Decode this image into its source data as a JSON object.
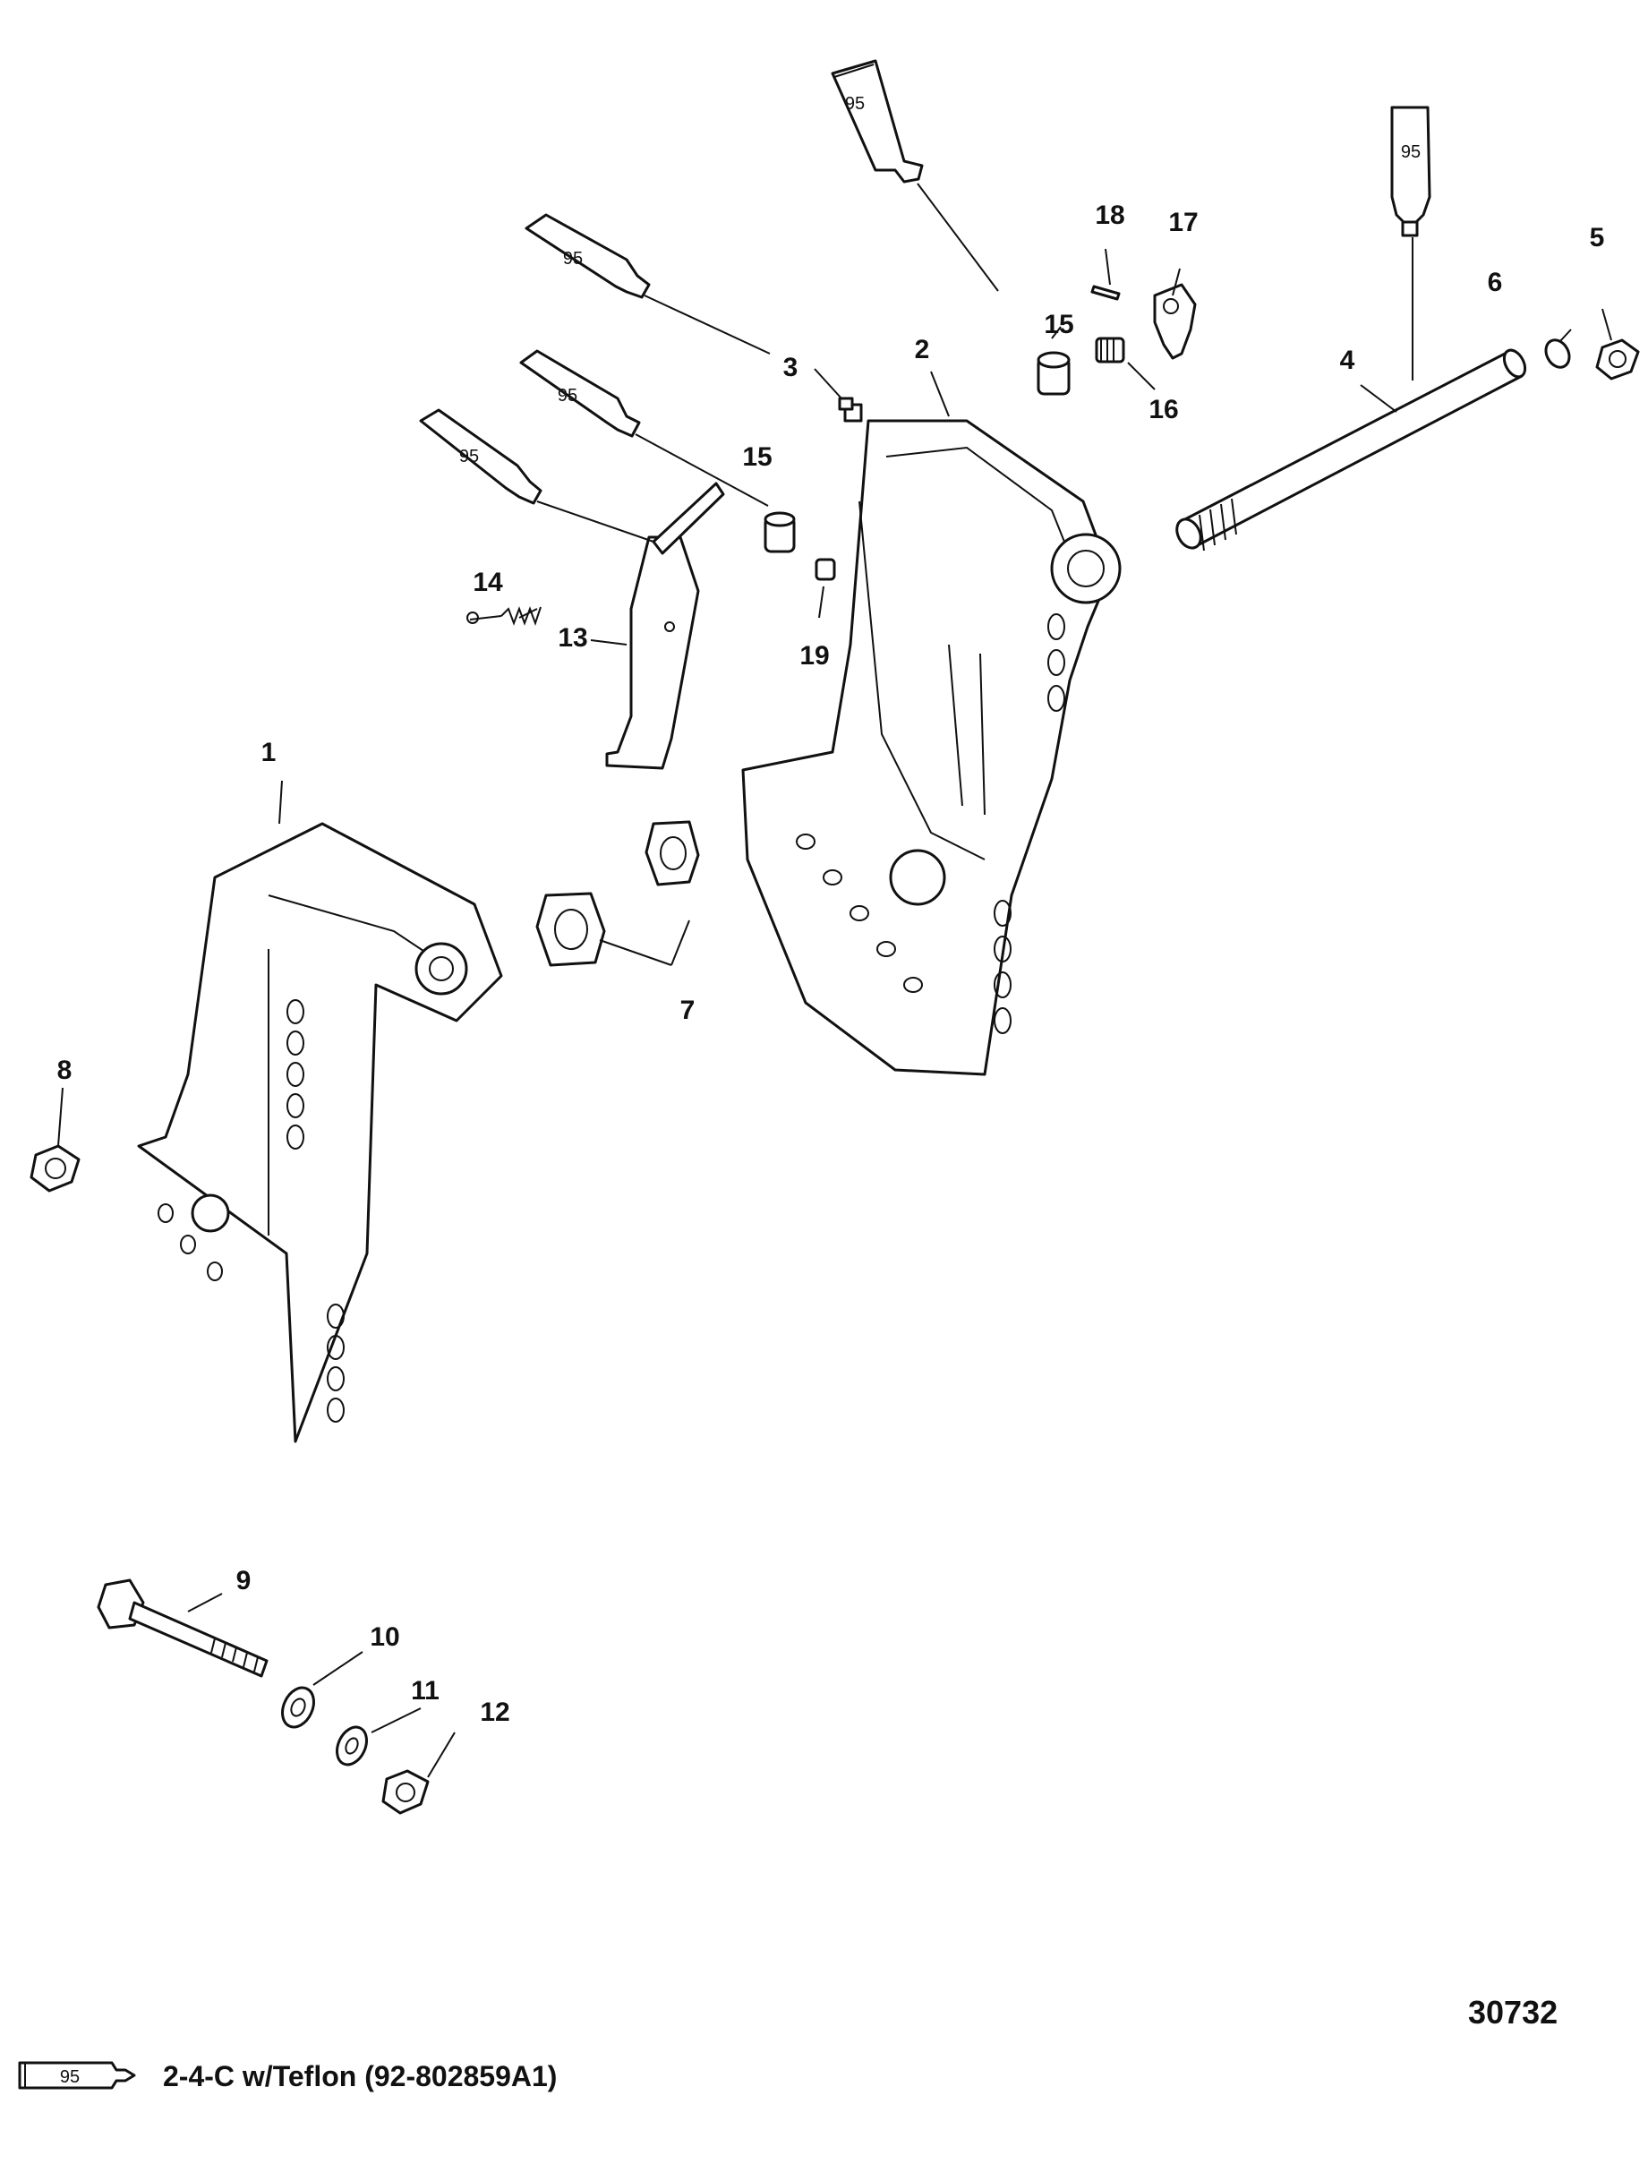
{
  "callouts": {
    "c1": "1",
    "c2": "2",
    "c3": "3",
    "c4": "4",
    "c5": "5",
    "c6": "6",
    "c7": "7",
    "c8": "8",
    "c9": "9",
    "c10": "10",
    "c11": "11",
    "c12": "12",
    "c13": "13",
    "c14": "14",
    "c15a": "15",
    "c15b": "15",
    "c16": "16",
    "c17": "17",
    "c18": "18",
    "c19": "19"
  },
  "lubricant_tubes": {
    "tube_top_center": "95",
    "tube_top_right": "95",
    "tube_left_upper": "95",
    "tube_left_middle": "95",
    "tube_left_lower": "95"
  },
  "legend": {
    "tube_label": "95",
    "text": "2-4-C w/Teflon (92-802859A1)"
  },
  "figure_number": "30732"
}
